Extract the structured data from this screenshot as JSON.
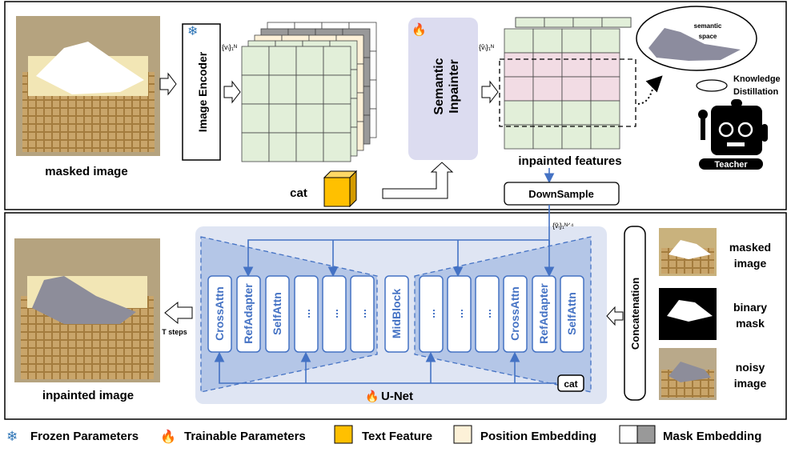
{
  "top": {
    "masked_image_label": "masked image",
    "image_encoder": "Image Encoder",
    "encoder_features": "{vᵢ}₁ᴺ",
    "text_feature_label": "cat",
    "semantic_inpainter_line1": "Semantic",
    "semantic_inpainter_line2": "Inpainter",
    "inpainted_features_symbol": "{v̂ᵢ}₁ᴺ",
    "inpainted_features_label": "inpainted features",
    "downsample": "DownSample",
    "semantic_space_line1": "semantic",
    "semantic_space_line2": "space",
    "kd_line1": "Knowledge",
    "kd_line2": "Distillation",
    "teacher": "Teacher"
  },
  "bottom": {
    "downsampled_symbol": "{ṽᵢ}₁ᴺᐟ⁴",
    "unet_label": "U-Net",
    "cat_label": "cat",
    "blocks_left": [
      "CrossAttn",
      "RefAdapter",
      "SelfAttn",
      "...",
      "...",
      "..."
    ],
    "mid_block": "MidBlock",
    "blocks_right": [
      "...",
      "...",
      "...",
      "CrossAttn",
      "RefAdapter",
      "SelfAttn"
    ],
    "concatenation": "Concatenation",
    "inputs": [
      {
        "line1": "masked",
        "line2": "image"
      },
      {
        "line1": "binary",
        "line2": "mask"
      },
      {
        "line1": "noisy",
        "line2": "image"
      }
    ],
    "t_steps": "T steps",
    "inpainted_image_label": "inpainted image"
  },
  "legend": {
    "frozen": "Frozen Parameters",
    "trainable": "Trainable Parameters",
    "text_feature": "Text Feature",
    "position_embedding": "Position Embedding",
    "mask_embedding": "Mask Embedding"
  },
  "colors": {
    "accent_blue": "#4472c4",
    "feature_green": "#e2efd9",
    "masked_pink": "#f2dce4",
    "text_feature_yellow": "#ffc000",
    "position_beige": "#fdf1d8",
    "inpainter_lavender": "#dcdcf0",
    "unet_bg": "#dfe5f3"
  }
}
